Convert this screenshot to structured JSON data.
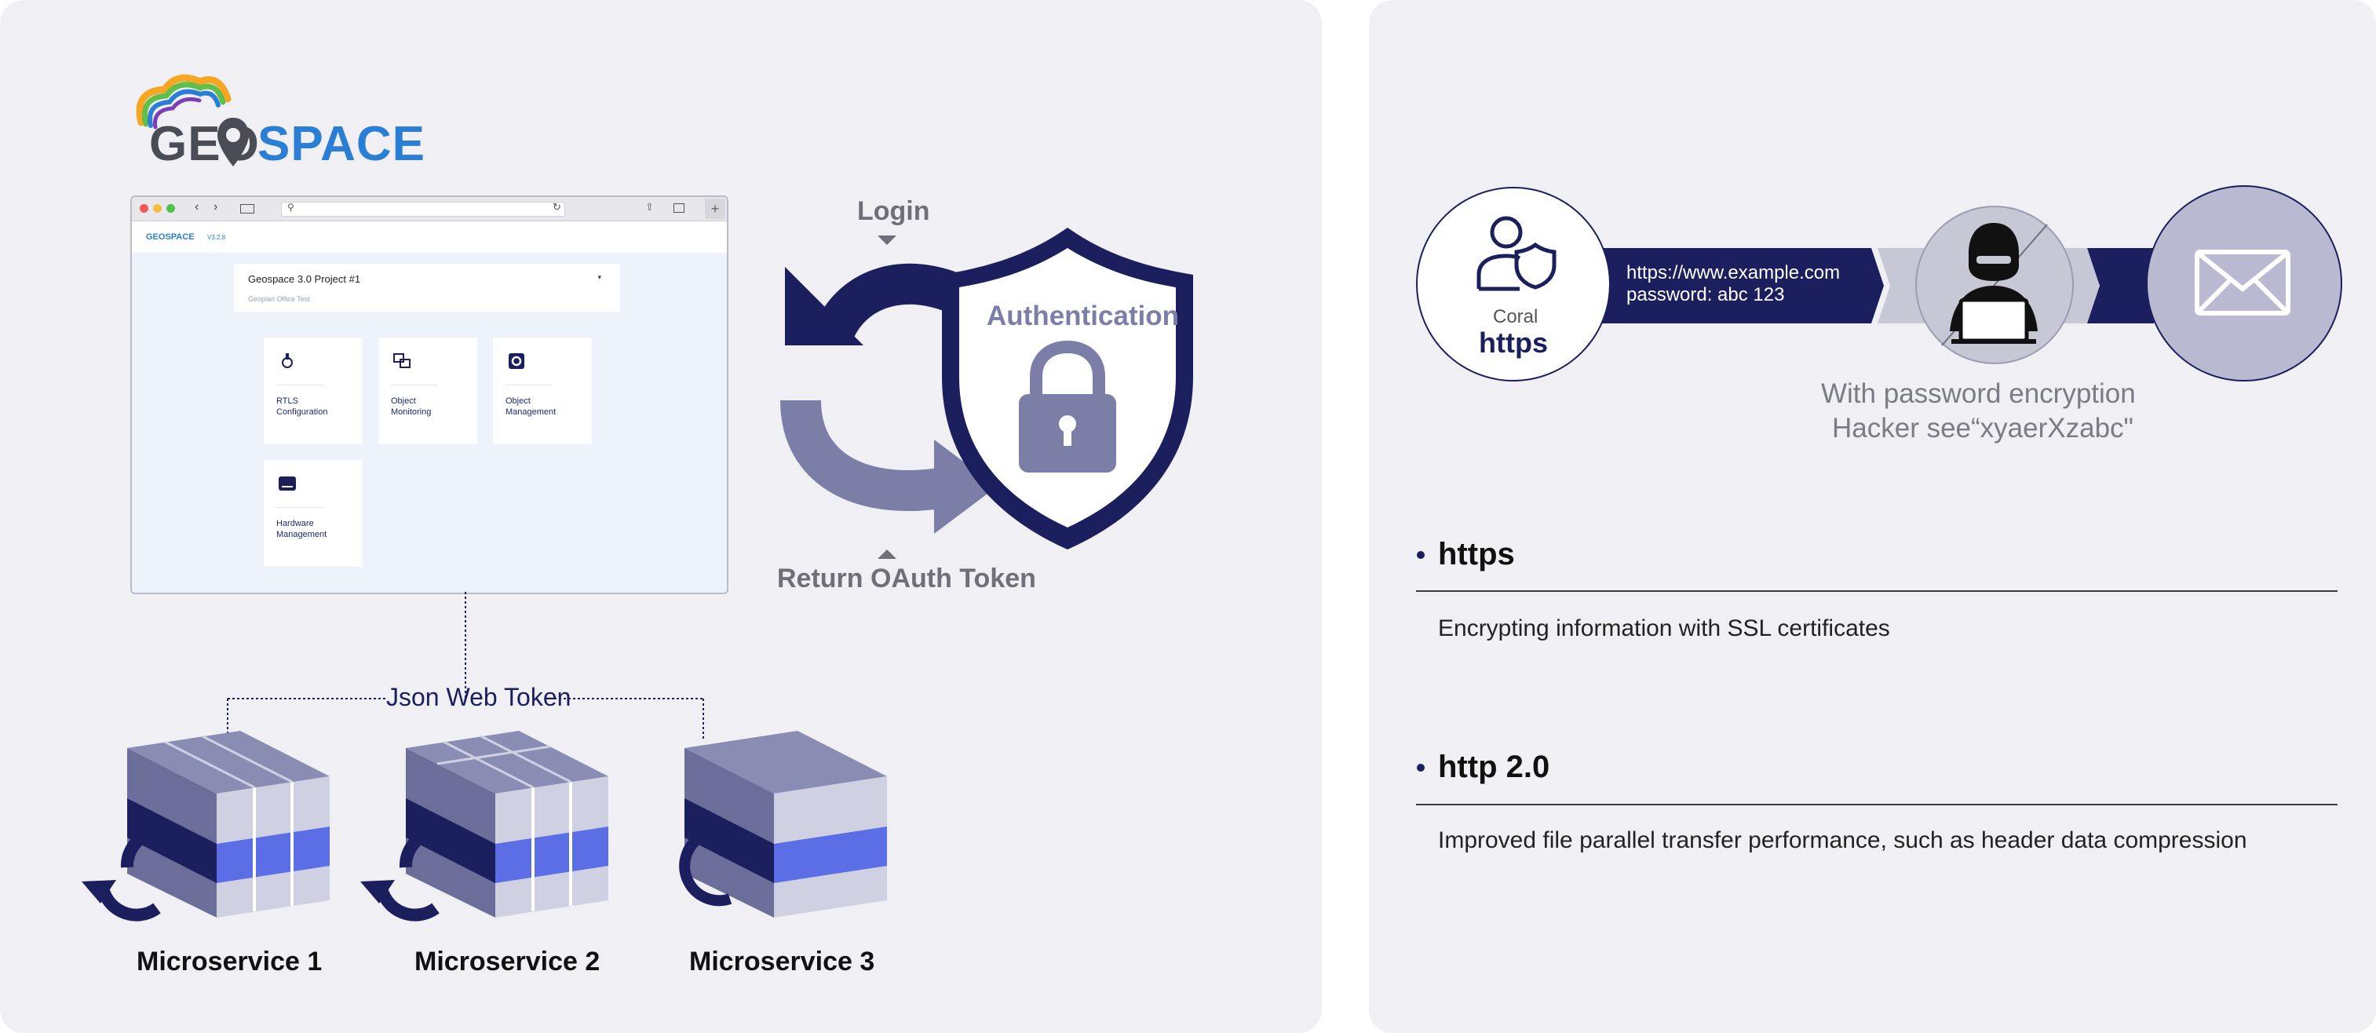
{
  "logo": {
    "geo": "GEO",
    "space": "SPACE"
  },
  "browser": {
    "app_logo": "GEOSPACE",
    "app_version": "V3.2.8",
    "project_title": "Geospace 3.0 Project #1",
    "project_subtitle": "Geoplan Office Test",
    "tiles": [
      {
        "label": "RTLS\nConfiguration",
        "icon": "pin-icon"
      },
      {
        "label": "Object\nMonitoring",
        "icon": "monitor-icon"
      },
      {
        "label": "Object\nManagement",
        "icon": "gear-icon"
      },
      {
        "label": "Hardware\nManagement",
        "icon": "hardware-icon"
      }
    ]
  },
  "auth": {
    "login": "Login",
    "authentication": "Authentication",
    "return_token": "Return OAuth Token"
  },
  "jwt_label": "Json Web Token",
  "microservices": [
    "Microservice 1",
    "Microservice 2",
    "Microservice 3"
  ],
  "https_flow": {
    "coral": "Coral",
    "https": "https",
    "url": "https://www.example.com",
    "password": "password: abc 123",
    "caption_line1": "With password encryption",
    "caption_line2": "Hacker see“xyaerXzabc\""
  },
  "sections": [
    {
      "title": "https",
      "desc": "Encrypting information with SSL certificates"
    },
    {
      "title": "http 2.0",
      "desc": "Improved file parallel transfer performance, such as header data compression"
    }
  ],
  "colors": {
    "navy": "#1b1f5e",
    "periwinkle": "#7b7fa8",
    "blue": "#5b6ee6",
    "panel": "#f0f0f4"
  }
}
